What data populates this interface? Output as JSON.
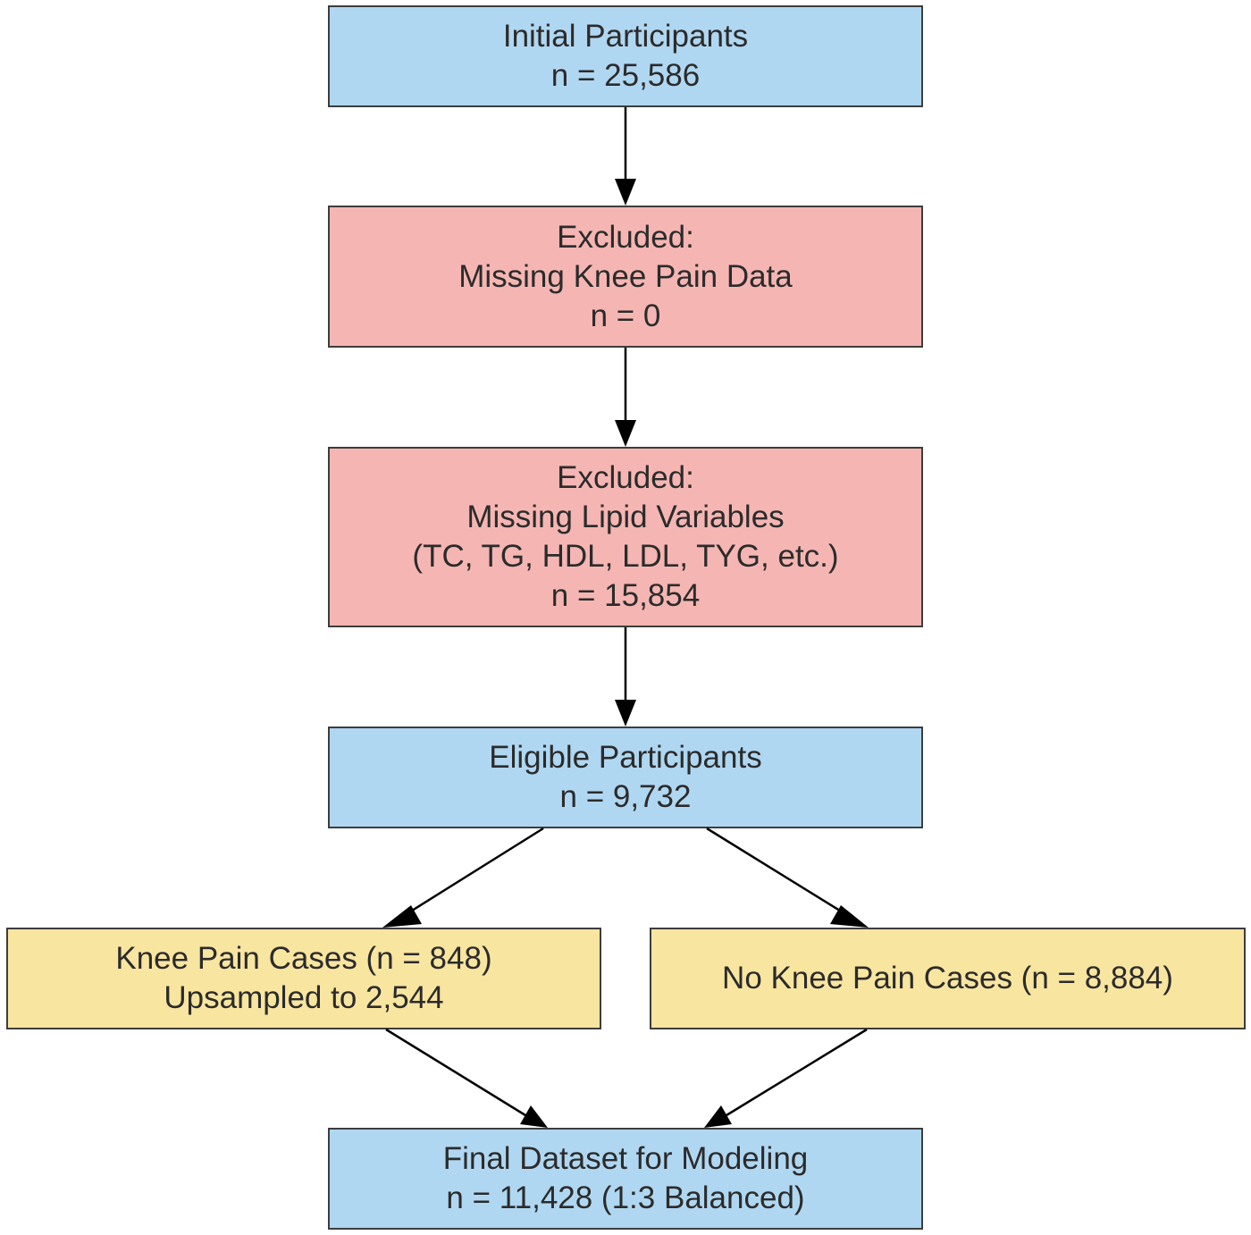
{
  "boxes": {
    "initial": {
      "lines": [
        "Initial Participants",
        "n = 25,586"
      ]
    },
    "excluded_knee": {
      "lines": [
        "Excluded:",
        "Missing Knee Pain Data",
        "n = 0"
      ]
    },
    "excluded_lipid": {
      "lines": [
        "Excluded:",
        "Missing Lipid Variables",
        "(TC, TG, HDL, LDL, TYG, etc.)",
        "n = 15,854"
      ]
    },
    "eligible": {
      "lines": [
        "Eligible Participants",
        "n = 9,732"
      ]
    },
    "knee_cases": {
      "lines": [
        "Knee Pain Cases (n = 848)",
        "Upsampled to 2,544"
      ]
    },
    "no_knee_cases": {
      "lines": [
        "No Knee Pain Cases (n = 8,884)"
      ]
    },
    "final": {
      "lines": [
        "Final Dataset for Modeling",
        "n = 11,428 (1:3 Balanced)"
      ]
    }
  },
  "colors": {
    "blue_box": "#b0d7f1",
    "red_box": "#f5b6b3",
    "yellow_box": "#f8e5a0",
    "border": "#3d3d3d",
    "arrow": "#000000"
  }
}
